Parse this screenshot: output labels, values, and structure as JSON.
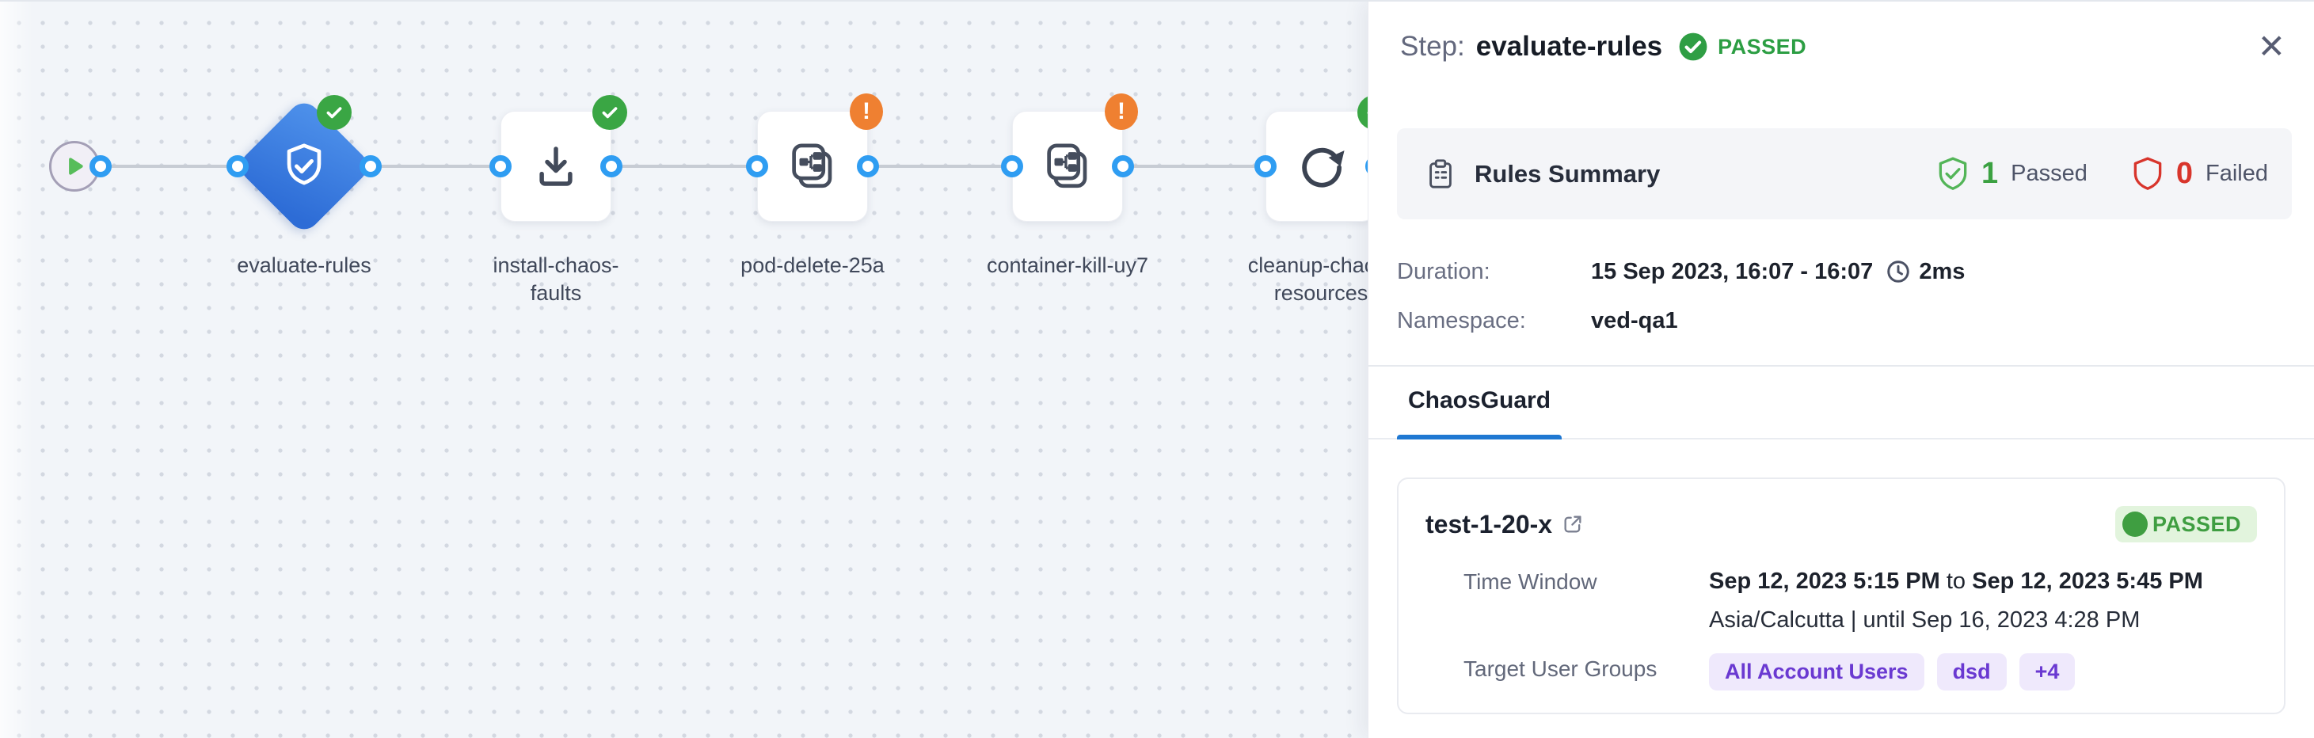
{
  "colors": {
    "accent_blue": "#1f78d2",
    "node_blue_gradient_start": "#4d90ea",
    "node_blue_gradient_end": "#2d6cd6",
    "success_green": "#3aa644",
    "passed_text_green": "#2c9e43",
    "warning_orange": "#ef8031",
    "error_red": "#d8352c",
    "chip_purple": "#6a39d1",
    "chip_bg": "#efe9fc",
    "port_blue": "#2f9df2",
    "canvas_bg": "#f2f5f9"
  },
  "canvas": {
    "start_node": {
      "icon": "play-icon"
    },
    "warning_glyph": "!",
    "nodes": [
      {
        "id": "evaluate-rules",
        "shape": "diamond",
        "icon": "shield-check-icon",
        "status": "passed",
        "label_line1": "evaluate-rules"
      },
      {
        "id": "install-chaos-faults",
        "shape": "card",
        "icon": "download-icon",
        "status": "passed",
        "label_line1": "install-chaos-",
        "label_line2": "faults"
      },
      {
        "id": "pod-delete-25a",
        "shape": "card",
        "icon": "chaos-fault-icon",
        "status": "warning",
        "label_line1": "pod-delete-25a"
      },
      {
        "id": "container-kill-uy7",
        "shape": "card",
        "icon": "chaos-fault-icon",
        "status": "warning",
        "label_line1": "container-kill-uy7"
      },
      {
        "id": "cleanup-chaos-resources",
        "shape": "card",
        "icon": "refresh-icon",
        "status": "passed",
        "label_line1": "cleanup-chaos-",
        "label_line2": "resources"
      }
    ]
  },
  "panel": {
    "header": {
      "step_label": "Step:",
      "step_name": "evaluate-rules",
      "status": "PASSED",
      "close_glyph": "✕"
    },
    "rules_summary": {
      "title": "Rules Summary",
      "passed_count": "1",
      "passed_label": "Passed",
      "failed_count": "0",
      "failed_label": "Failed"
    },
    "details": {
      "duration_label": "Duration:",
      "duration_value": "15 Sep 2023, 16:07 - 16:07",
      "elapsed": "2ms",
      "namespace_label": "Namespace:",
      "namespace_value": "ved-qa1"
    },
    "tabs": [
      {
        "label": "ChaosGuard",
        "active": true
      }
    ],
    "guard_card": {
      "title": "test-1-20-x",
      "status": "PASSED",
      "time_window_label": "Time Window",
      "time_from": "Sep 12, 2023 5:15 PM",
      "time_join": "to",
      "time_to": "Sep 12, 2023 5:45 PM",
      "timezone_line": "Asia/Calcutta | until Sep 16, 2023 4:28 PM",
      "target_groups_label": "Target User Groups",
      "chips": [
        "All Account Users",
        "dsd",
        "+4"
      ]
    }
  }
}
